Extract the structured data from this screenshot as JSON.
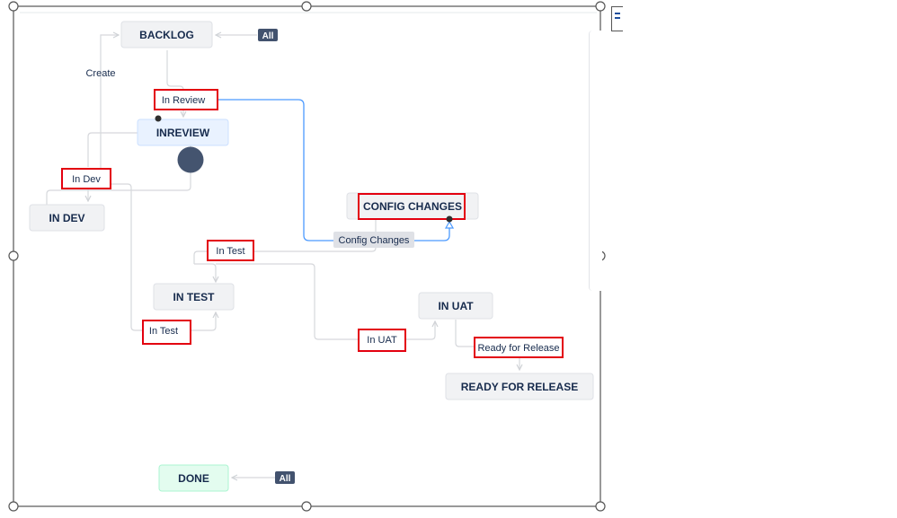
{
  "statuses": {
    "backlog": "BACKLOG",
    "inreview": "INREVIEW",
    "in_dev": "IN DEV",
    "config_changes": "CONFIG CHANGES",
    "in_test": "IN TEST",
    "in_uat": "IN UAT",
    "ready_for_release": "READY FOR RELEASE",
    "done": "DONE"
  },
  "transitions": {
    "create": "Create",
    "in_review": "In Review",
    "in_dev": "In Dev",
    "config_changes": "Config Changes",
    "in_test_top": "In Test",
    "in_test_left": "In Test",
    "in_uat": "In UAT",
    "ready_for_release": "Ready for Release"
  },
  "badges": {
    "all_top": "All",
    "all_bottom": "All"
  },
  "colors": {
    "status_fill": "#f1f2f4",
    "status_border": "#dfe1e6",
    "status_text": "#172b4d",
    "selected_fill": "#e9f2ff",
    "selected_border": "#cce0ff",
    "done_fill": "#e3fcef",
    "done_border": "#abf5d1",
    "connector": "#d6d8dc",
    "highlight_connector": "#4c9aff",
    "annotation_red": "#e3000f",
    "badge_fill": "#42526e",
    "handle_dark": "#44546f",
    "frame": "#555555"
  },
  "icons": [
    "doc-icon",
    "resize-handle-icon"
  ]
}
